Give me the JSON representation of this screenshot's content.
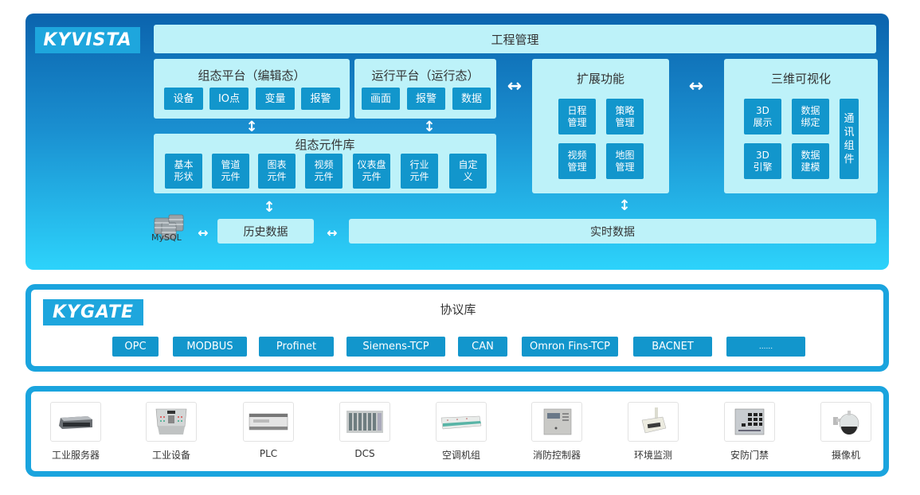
{
  "kyvista": {
    "logo": "KYVISTA",
    "project_management": "工程管理",
    "config_platform": {
      "title": "组态平台（编辑态）",
      "items": [
        "设备",
        "IO点",
        "变量",
        "报警"
      ]
    },
    "runtime_platform": {
      "title": "运行平台（运行态）",
      "items": [
        "画面",
        "报警",
        "数据"
      ]
    },
    "component_library": {
      "title": "组态元件库",
      "items": [
        {
          "line1": "基本",
          "line2": "形状"
        },
        {
          "line1": "管道",
          "line2": "元件"
        },
        {
          "line1": "图表",
          "line2": "元件"
        },
        {
          "line1": "视频",
          "line2": "元件"
        },
        {
          "line1": "仪表盘",
          "line2": "元件"
        },
        {
          "line1": "行业",
          "line2": "元件"
        },
        {
          "line1": "自定",
          "line2": "义"
        }
      ]
    },
    "extensions": {
      "title": "扩展功能",
      "items": [
        {
          "line1": "日程",
          "line2": "管理"
        },
        {
          "line1": "策略",
          "line2": "管理"
        },
        {
          "line1": "视频",
          "line2": "管理"
        },
        {
          "line1": "地图",
          "line2": "管理"
        }
      ]
    },
    "visualization_3d": {
      "title": "三维可视化",
      "items": [
        {
          "line1": "3D",
          "line2": "展示"
        },
        {
          "line1": "数据",
          "line2": "绑定"
        },
        {
          "line1": "3D",
          "line2": "引擎"
        },
        {
          "line1": "数据",
          "line2": "建模"
        }
      ],
      "comm": [
        "通",
        "讯",
        "组",
        "件"
      ]
    },
    "database_label": "MySQL",
    "history_data": "历史数据",
    "realtime_data": "实时数据",
    "icons": {
      "h_arrow": "↔",
      "v_arrow": "↕"
    }
  },
  "kygate": {
    "logo": "KYGATE",
    "title": "协议库",
    "protocols": [
      "OPC",
      "MODBUS",
      "Profinet",
      "Siemens-TCP",
      "CAN",
      "Omron Fins-TCP",
      "BACNET",
      "......"
    ]
  },
  "devices": [
    {
      "label": "工业服务器",
      "icon": "server-icon"
    },
    {
      "label": "工业设备",
      "icon": "control-panel-icon"
    },
    {
      "label": "PLC",
      "icon": "plc-icon"
    },
    {
      "label": "DCS",
      "icon": "dcs-icon"
    },
    {
      "label": "空调机组",
      "icon": "air-conditioner-icon"
    },
    {
      "label": "消防控制器",
      "icon": "fire-controller-icon"
    },
    {
      "label": "环境监测",
      "icon": "environment-sensor-icon"
    },
    {
      "label": "安防门禁",
      "icon": "access-control-icon"
    },
    {
      "label": "摄像机",
      "icon": "camera-icon"
    }
  ],
  "colors": {
    "panel_top": "#0b63ad",
    "panel_bottom": "#2dd3fb",
    "box_bg": "#bdf2f9",
    "chip_bg": "#1296cc",
    "border": "#1aa4de"
  }
}
